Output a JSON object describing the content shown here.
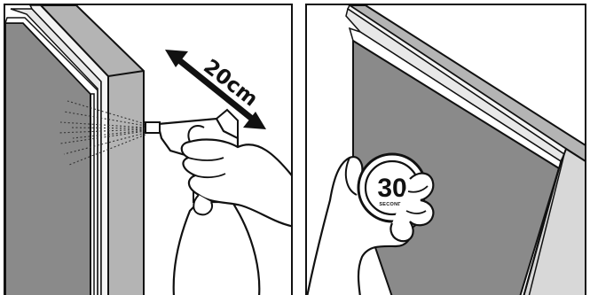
{
  "step_spray": {
    "distance_label": "20cm"
  },
  "step_wait": {
    "timer_value": "30",
    "timer_unit": "SECONDS"
  },
  "colors": {
    "glass": "#8a8a8a",
    "frame_side": "#b4b4b4",
    "outline": "#111111",
    "background": "#ffffff"
  }
}
